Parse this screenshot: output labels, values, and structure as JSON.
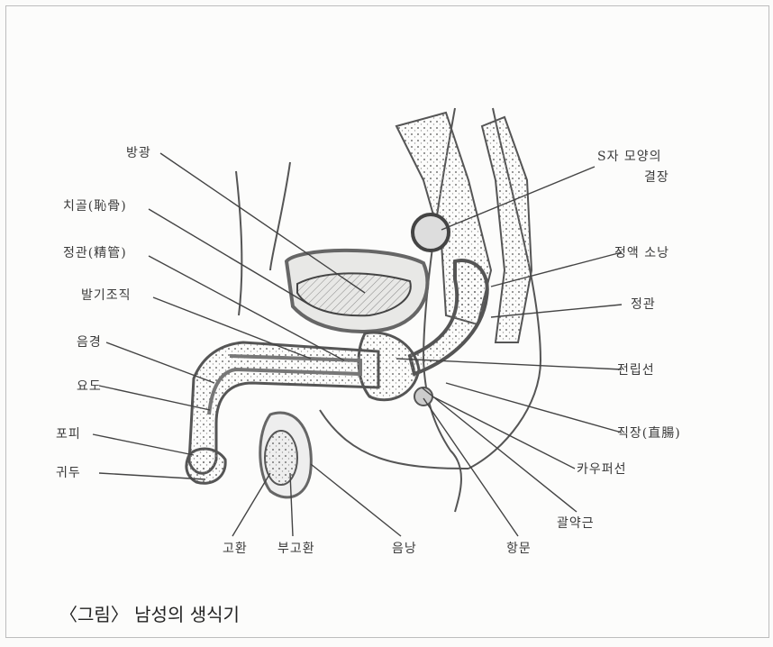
{
  "caption": "〈그림〉 남성의 생식기",
  "labels": {
    "bladder": "방광",
    "pubic_bone": "치골(恥骨)",
    "vas_deferens": "정관(精管)",
    "erectile_tissue": "발기조직",
    "penis": "음경",
    "urethra": "요도",
    "foreskin": "포피",
    "glans": "귀두",
    "sigmoid_colon_1": "S자 모양의",
    "sigmoid_colon_2": "결장",
    "seminal_vesicle": "정액 소낭",
    "ejaculatory_duct": "정관",
    "prostate": "전립선",
    "rectum": "직장(直腸)",
    "cowper_gland": "카우퍼선",
    "sphincter": "괄약근",
    "anus": "항문",
    "testis": "고환",
    "epididymis": "부고환",
    "scrotum": "음낭"
  }
}
